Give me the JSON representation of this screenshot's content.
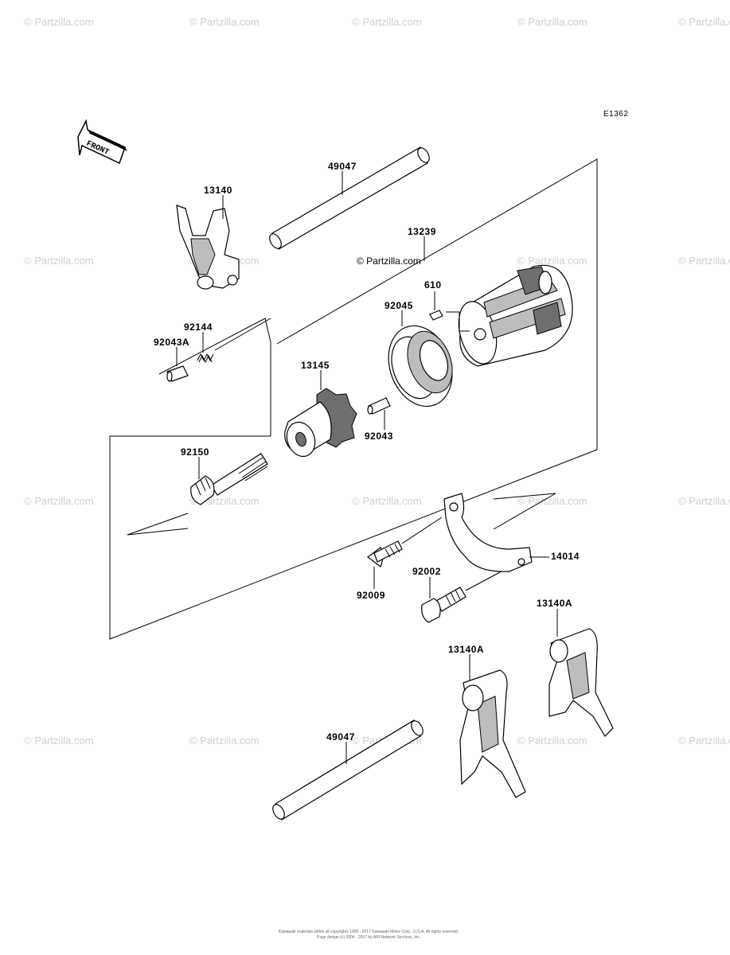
{
  "diagram_code": "E1362",
  "front_label": "FRONT",
  "watermark": "© Partzilla.com",
  "parts": {
    "p49047_top": "49047",
    "p13140": "13140",
    "p13239": "13239",
    "p610": "610",
    "p92045": "92045",
    "p92144": "92144",
    "p92043A": "92043A",
    "p13145": "13145",
    "p92043": "92043",
    "p92150": "92150",
    "p14014": "14014",
    "p92002": "92002",
    "p92009": "92009",
    "p13140A_right": "13140A",
    "p13140A_mid": "13140A",
    "p49047_bottom": "49047"
  },
  "footer": {
    "line1": "Kawasaki materials within all copyrights 1995 - 2017 Kawasaki Motor Corp., U.S.A. All rights reserved.",
    "line2": "Page design (c) 2004 - 2017 by ARI Network Services, Inc."
  }
}
